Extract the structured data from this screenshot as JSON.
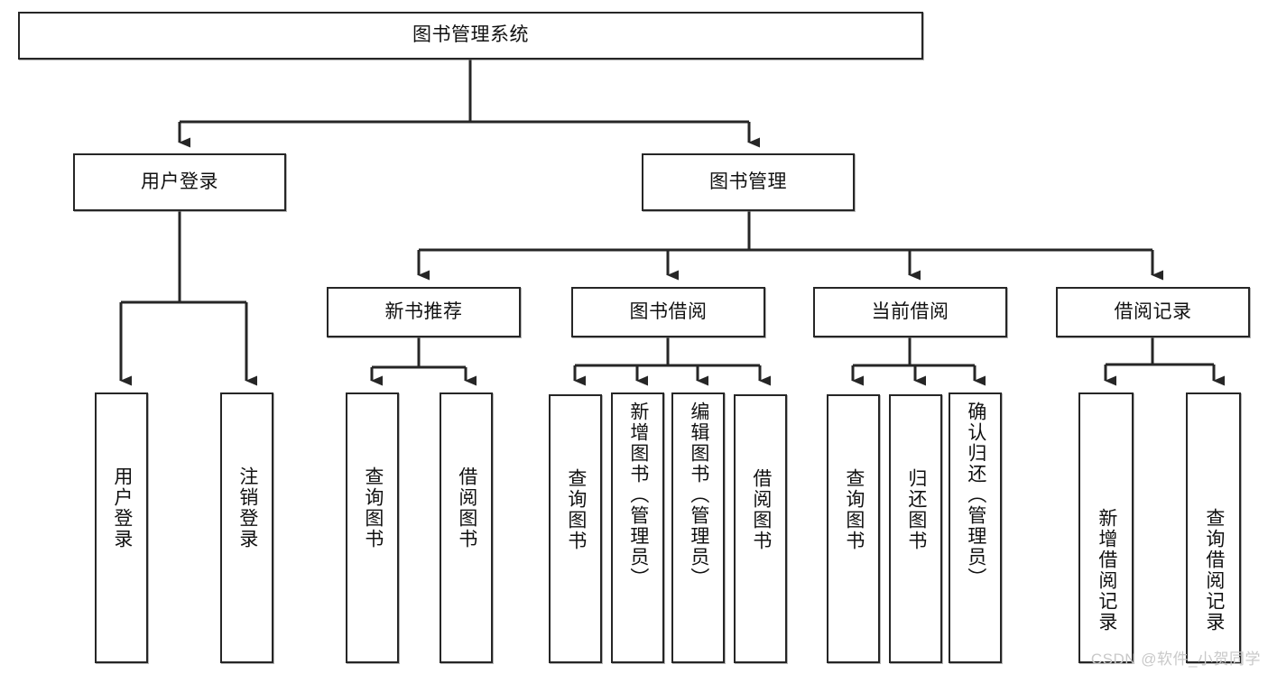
{
  "diagram": {
    "title": "图书管理系统",
    "watermark": "CSDN @软件_小贺同学",
    "colors": {
      "box_border": "#262626",
      "box_fill": "#ffffff",
      "line": "#333333",
      "text": "#111111",
      "watermark": "#c9c9c9",
      "background": "#ffffff"
    },
    "root": {
      "label": "图书管理系统"
    },
    "level2": [
      {
        "label": "用户登录"
      },
      {
        "label": "图书管理"
      }
    ],
    "level3": [
      {
        "label": "新书推荐"
      },
      {
        "label": "图书借阅"
      },
      {
        "label": "当前借阅"
      },
      {
        "label": "借阅记录"
      }
    ],
    "leaves": {
      "user_login": [
        {
          "label": "用户登录"
        },
        {
          "label": "注销登录"
        }
      ],
      "new_book": [
        {
          "label": "查询图书"
        },
        {
          "label": "借阅图书"
        }
      ],
      "borrow_book": [
        {
          "label": "查询图书"
        },
        {
          "label": "新增图书（管理员）"
        },
        {
          "label": "编辑图书（管理员）"
        },
        {
          "label": "借阅图书"
        }
      ],
      "current_borrow": [
        {
          "label": "查询图书"
        },
        {
          "label": "归还图书"
        },
        {
          "label": "确认归还（管理员）"
        }
      ],
      "borrow_record": [
        {
          "label": "新增借阅记录"
        },
        {
          "label": "查询借阅记录"
        }
      ]
    }
  }
}
